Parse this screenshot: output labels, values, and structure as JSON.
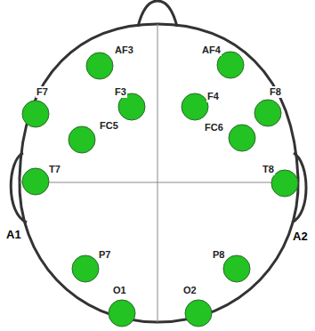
{
  "diagram": {
    "labels": [
      "AF3",
      "AF4",
      "F7",
      "F3",
      "F4",
      "F8",
      "FC5",
      "FC6",
      "T7",
      "T8",
      "A1",
      "A2",
      "P7",
      "P8",
      "O1",
      "O2"
    ]
  }
}
